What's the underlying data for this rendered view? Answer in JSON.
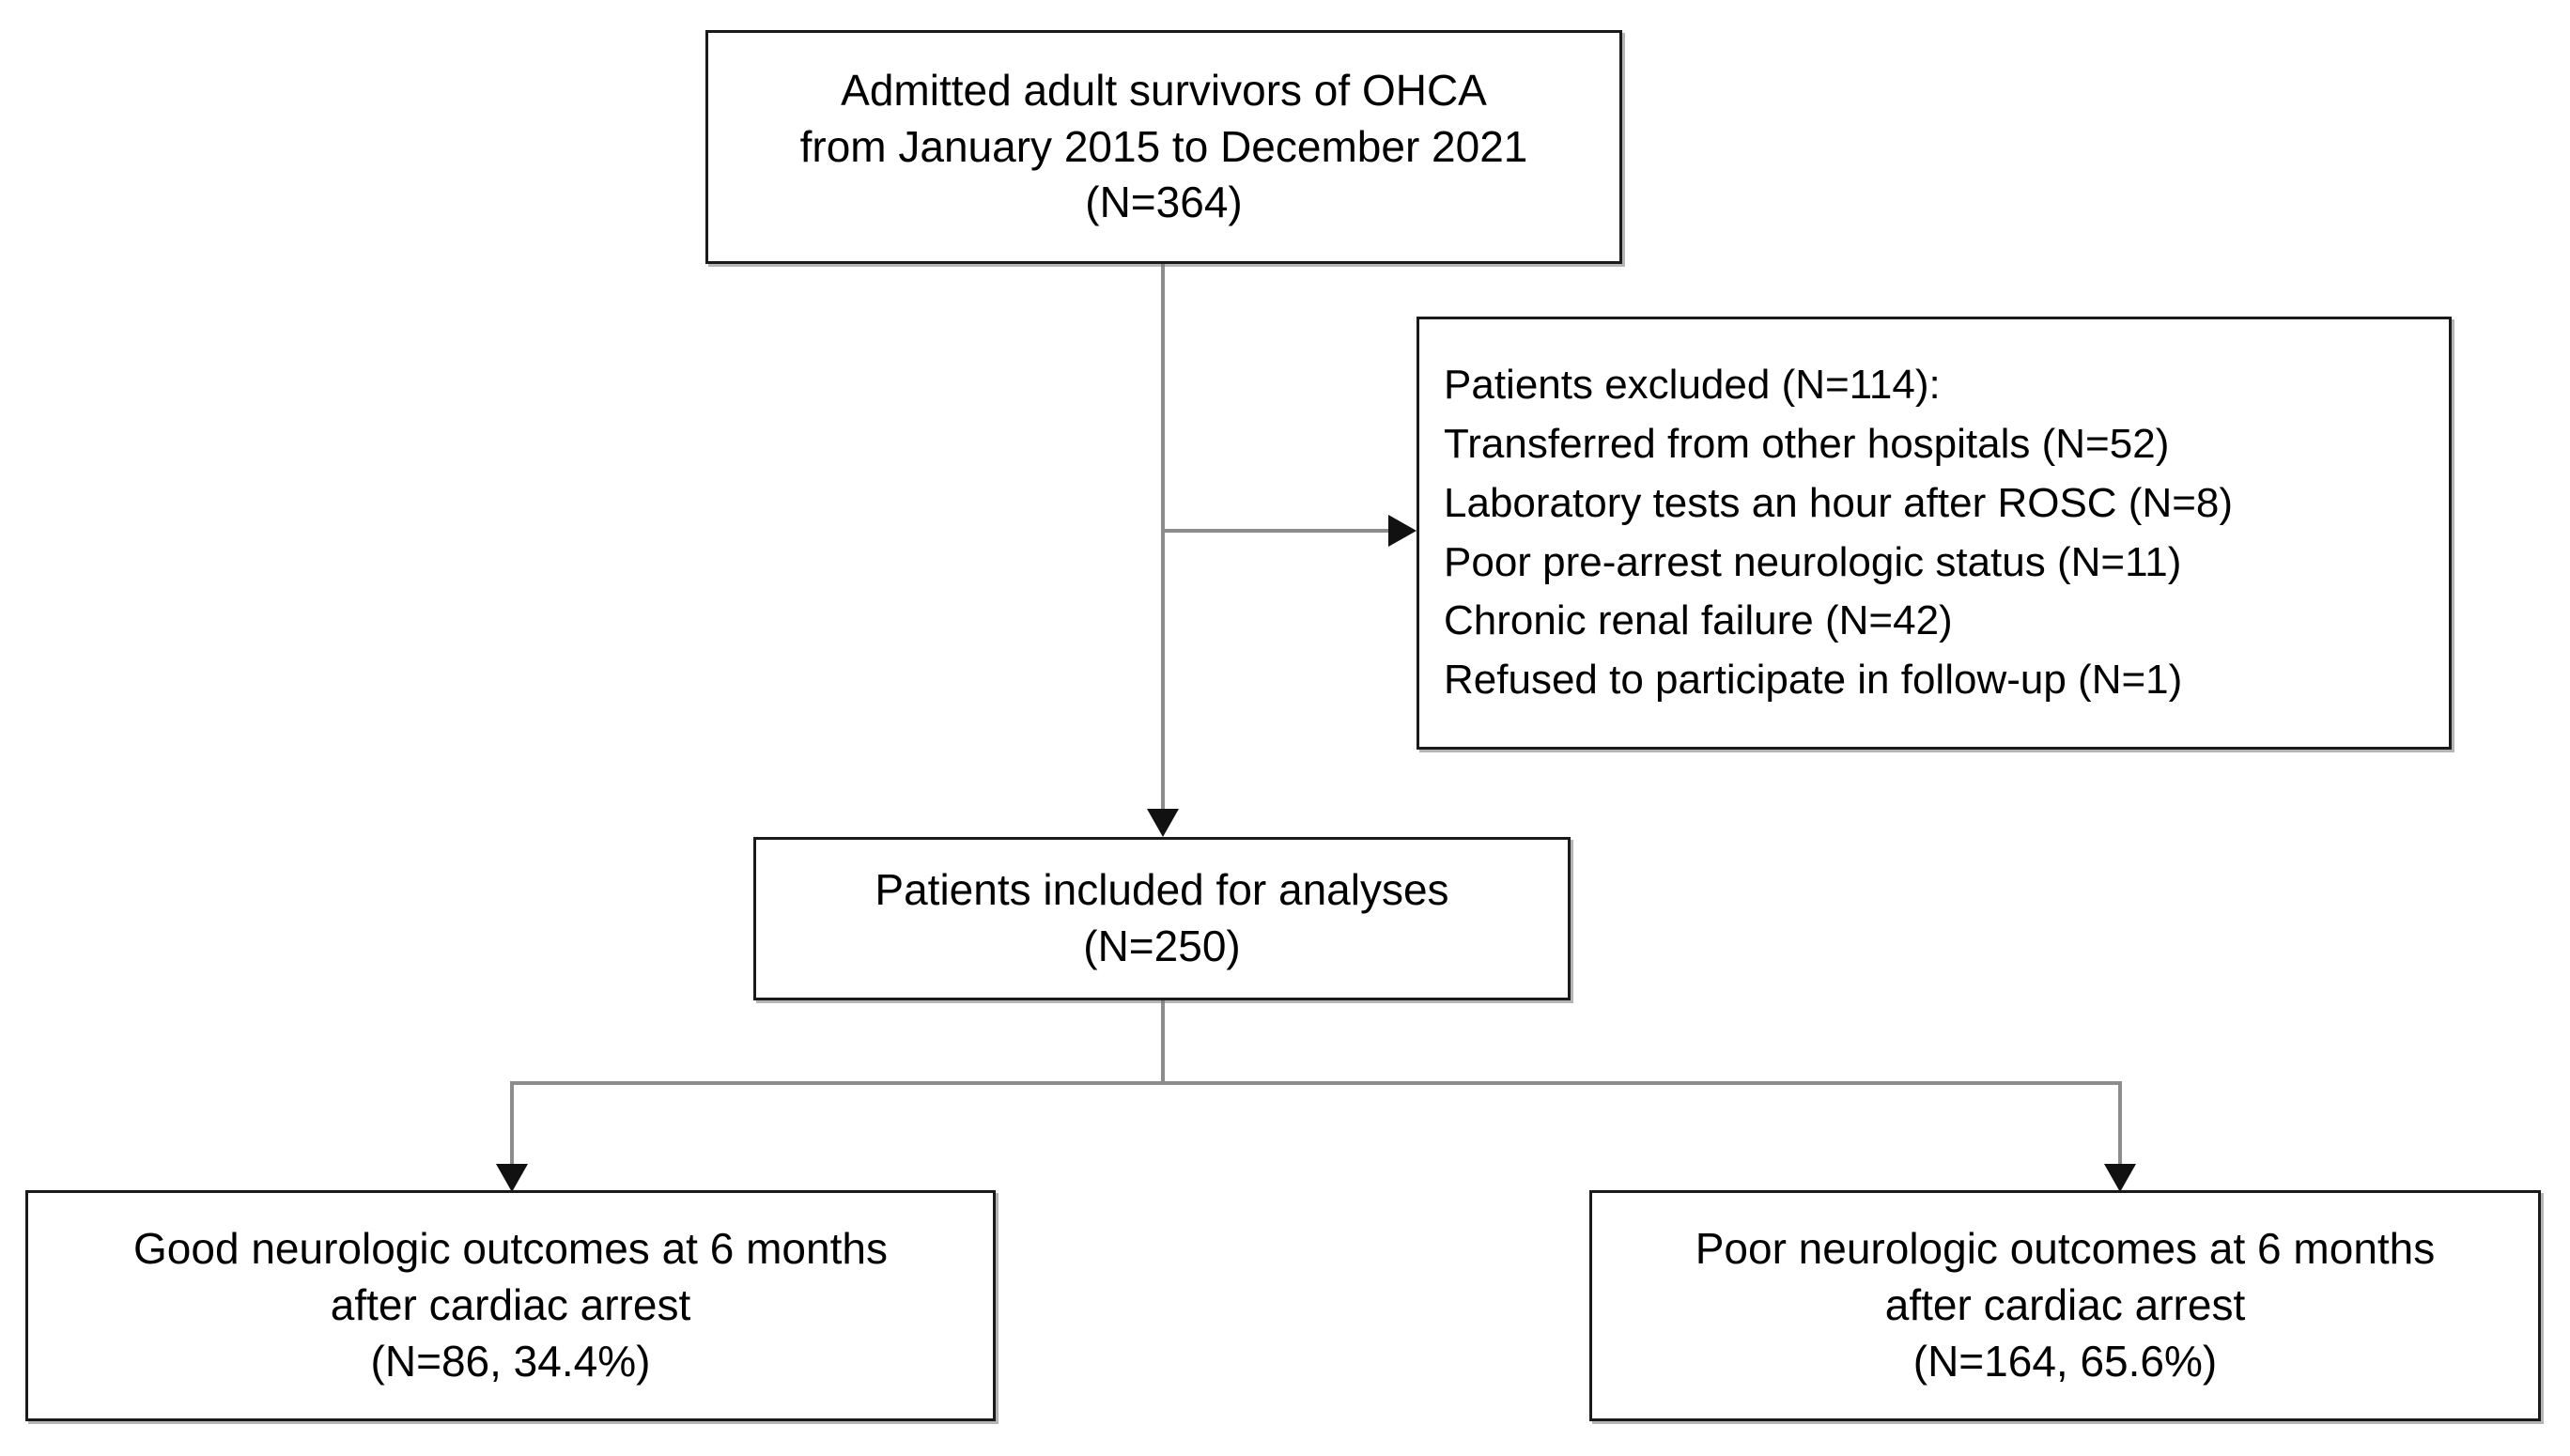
{
  "diagram": {
    "type": "flowchart",
    "title": "Patient enrollment flow diagram",
    "line_color": "#8c8c8c",
    "box_border_color": "#1a1a1a",
    "text_color": "#000000",
    "background": "#ffffff"
  },
  "nodes": {
    "enrolled": {
      "name": "admitted-survivors",
      "lines": [
        "Admitted adult survivors of OHCA",
        "from January 2015 to December 2021",
        "(N=364)"
      ],
      "count": 364
    },
    "excluded": {
      "name": "patients-excluded",
      "lines": [
        "Patients excluded (N=114):",
        "Transferred from other hospitals (N=52)",
        "Laboratory tests an hour after ROSC (N=8)",
        "Poor pre-arrest neurologic status (N=11)",
        "Chronic renal failure (N=42)",
        "Refused to participate in follow-up (N=1)"
      ],
      "total": 114,
      "reasons": [
        {
          "label": "Transferred from other hospitals",
          "count": 52
        },
        {
          "label": "Laboratory tests an hour after ROSC",
          "count": 8
        },
        {
          "label": "Poor pre-arrest neurologic status",
          "count": 11
        },
        {
          "label": "Chronic renal failure",
          "count": 42
        },
        {
          "label": "Refused to participate in follow-up",
          "count": 1
        }
      ]
    },
    "included": {
      "name": "patients-included",
      "lines": [
        "Patients included for analyses",
        "(N=250)"
      ],
      "count": 250
    },
    "good_outcome": {
      "name": "good-neurologic-outcome",
      "lines": [
        "Good neurologic outcomes at 6 months",
        "after cardiac arrest",
        "(N=86, 34.4%)"
      ],
      "count": 86,
      "percent": "34.4%"
    },
    "poor_outcome": {
      "name": "poor-neurologic-outcome",
      "lines": [
        "Poor neurologic outcomes at 6 months",
        "after cardiac arrest",
        "(N=164, 65.6%)"
      ],
      "count": 164,
      "percent": "65.6%"
    }
  }
}
